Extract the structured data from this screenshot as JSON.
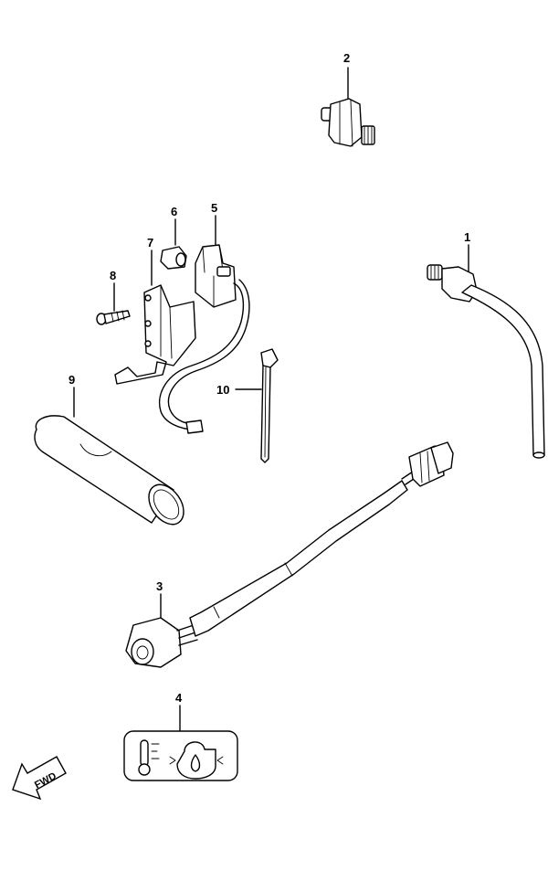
{
  "callouts": {
    "p1": "1",
    "p2": "2",
    "p3": "3",
    "p4": "4",
    "p5": "5",
    "p6": "6",
    "p7": "7",
    "p8": "8",
    "p9": "9",
    "p10": "10"
  },
  "direction": {
    "label": "FWD",
    "icon": "forward-arrow-icon"
  },
  "label_plate": {
    "icons": [
      "thermometer-icon",
      "oil-pressure-icon"
    ]
  }
}
